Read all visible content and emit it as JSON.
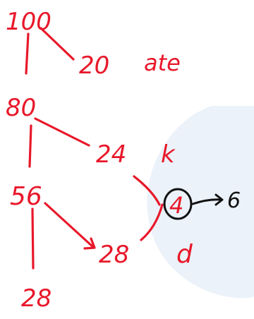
{
  "colors": {
    "ink_red": "#e8182a",
    "ink_black": "#111111",
    "watermark": "#e7f0f8"
  },
  "tree": {
    "n100": "100",
    "n20": "20",
    "w_ate": "ate",
    "n80": "80",
    "n24": "24",
    "w_k": "k",
    "n56": "56",
    "n28": "28",
    "w_d": "d",
    "n28_bottom": "28",
    "circled": "4",
    "result": "6"
  }
}
